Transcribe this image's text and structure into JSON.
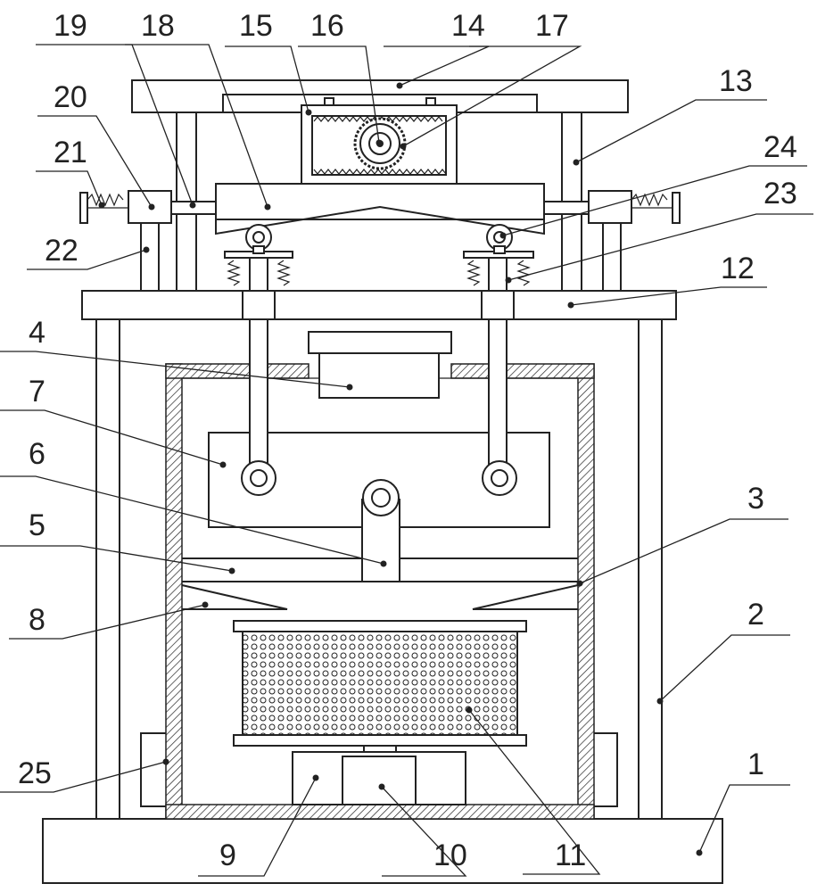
{
  "labels": [
    {
      "id": "1",
      "text": "1"
    },
    {
      "id": "2",
      "text": "2"
    },
    {
      "id": "3",
      "text": "3"
    },
    {
      "id": "4",
      "text": "4"
    },
    {
      "id": "5",
      "text": "5"
    },
    {
      "id": "6",
      "text": "6"
    },
    {
      "id": "7",
      "text": "7"
    },
    {
      "id": "8",
      "text": "8"
    },
    {
      "id": "9",
      "text": "9"
    },
    {
      "id": "10",
      "text": "10"
    },
    {
      "id": "11",
      "text": "11"
    },
    {
      "id": "12",
      "text": "12"
    },
    {
      "id": "13",
      "text": "13"
    },
    {
      "id": "14",
      "text": "14"
    },
    {
      "id": "15",
      "text": "15"
    },
    {
      "id": "16",
      "text": "16"
    },
    {
      "id": "17",
      "text": "17"
    },
    {
      "id": "18",
      "text": "18"
    },
    {
      "id": "19",
      "text": "19"
    },
    {
      "id": "20",
      "text": "20"
    },
    {
      "id": "21",
      "text": "21"
    },
    {
      "id": "22",
      "text": "22"
    },
    {
      "id": "23",
      "text": "23"
    },
    {
      "id": "24",
      "text": "24"
    },
    {
      "id": "25",
      "text": "25"
    }
  ]
}
